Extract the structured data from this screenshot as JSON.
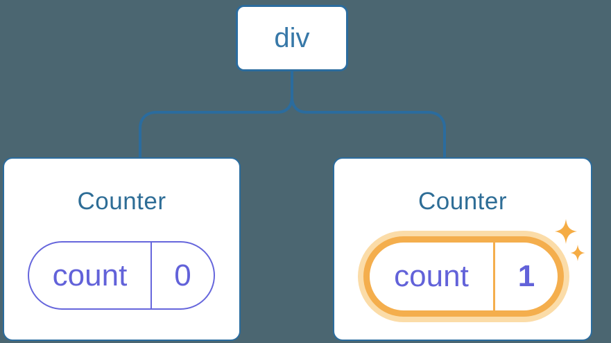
{
  "colors": {
    "background": "#4B6671",
    "connector_blue": "#2B6C9E",
    "node_border_blue": "#2B6C9E",
    "root_label_blue": "#3778A8",
    "card_title_blue": "#2E6D96",
    "card_white": "#FFFFFF",
    "state_purple": "#6262D9",
    "pill_border_purple": "#6666DC",
    "highlight_orange": "#F4AE4D",
    "highlight_glow": "#FBDCA8",
    "sparkle_orange": "#F5AC44"
  },
  "tree": {
    "root": {
      "label": "div"
    },
    "children": [
      {
        "title": "Counter",
        "state_name": "count",
        "state_value": "0",
        "highlighted": false
      },
      {
        "title": "Counter",
        "state_name": "count",
        "state_value": "1",
        "highlighted": true
      }
    ]
  }
}
